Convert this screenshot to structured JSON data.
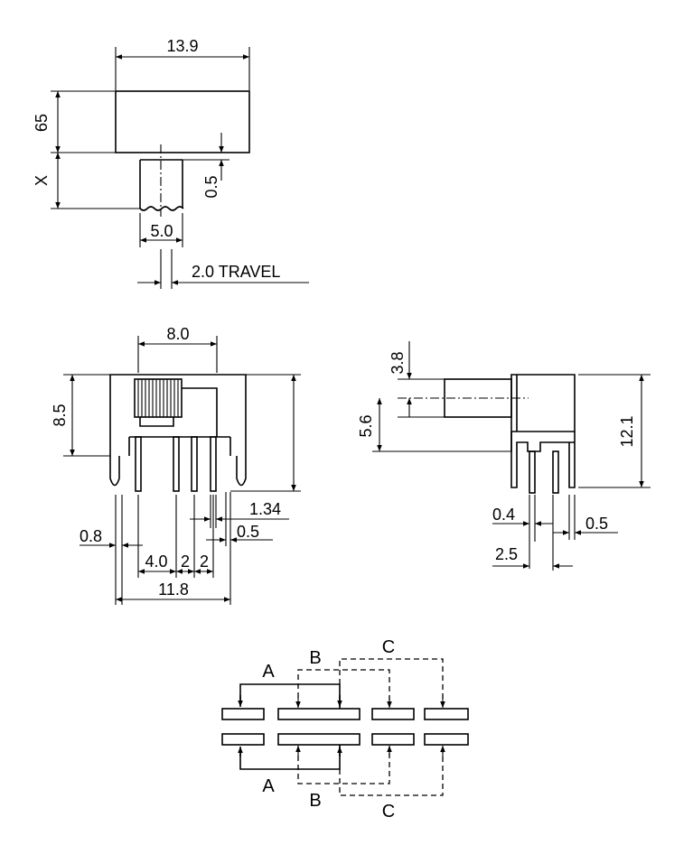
{
  "top_view": {
    "width": "13.9",
    "height": "65",
    "x_label": "X",
    "step": "0.5",
    "actuator_width": "5.0",
    "travel": "2.0  TRAVEL"
  },
  "front_view": {
    "pitch_top": "8.0",
    "height": "8.5",
    "pin_a": "1.34",
    "pin_b": "0.5",
    "pin_c": "0.8",
    "pitch_row": [
      "4.0",
      "2",
      "2"
    ],
    "total": "11.8"
  },
  "side_view": {
    "knob": "3.8",
    "knob_pos": "5.6",
    "height": "12.1",
    "pin_thk": "0.4",
    "pin_w": "0.5",
    "pin_pitch": "2.5"
  },
  "circuit": {
    "a_top": "A",
    "b_top": "B",
    "c_top": "C",
    "a_bottom": "A",
    "b_bottom": "B",
    "c_bottom": "C"
  }
}
